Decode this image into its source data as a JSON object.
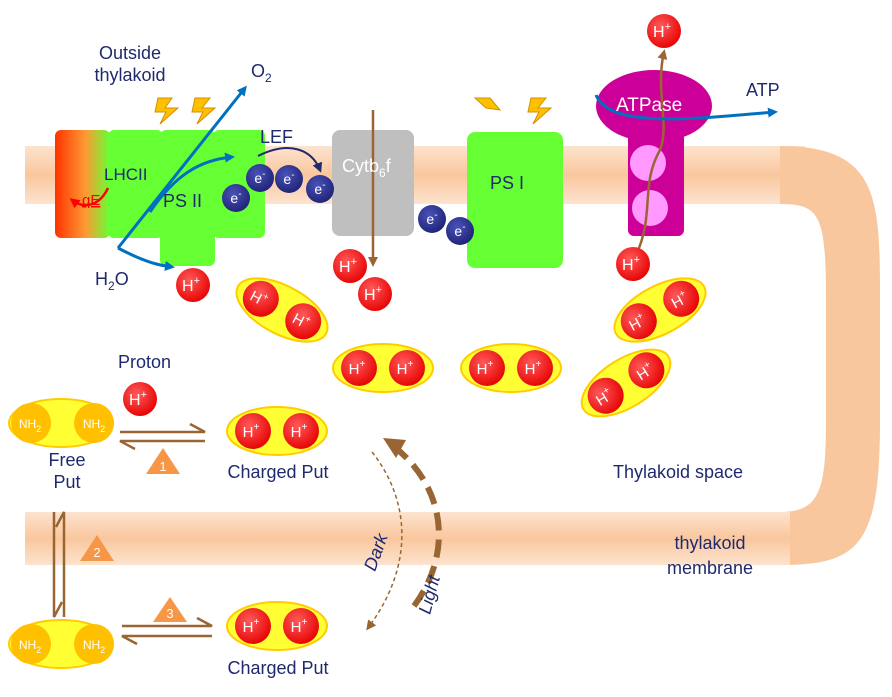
{
  "labels": {
    "outside": [
      "Outside",
      "thylakoid"
    ],
    "o2": "O",
    "o2_sub": "2",
    "h2o_h": "H",
    "h2o_sub": "2",
    "h2o_o": "O",
    "lhcii": "LHCII",
    "qe": "qE",
    "ps2": "PS II",
    "lef": "LEF",
    "cyt_a": "Cytb",
    "cyt_sub": "6",
    "cyt_b": "f",
    "ps1": "PS I",
    "atpase": "ATPase",
    "atp": "ATP",
    "proton": "Proton",
    "free_put": [
      "Free",
      "Put"
    ],
    "charged_put_top": "Charged Put",
    "charged_put_bottom": "Charged Put",
    "thylakoid_space": "Thylakoid space",
    "membrane": [
      "thylakoid",
      "membrane"
    ],
    "dark": "Dark",
    "light": "Light"
  },
  "ions": {
    "h": "H",
    "plus": "+",
    "e": "e",
    "minus": "-",
    "nh": "NH",
    "nh_sub": "2"
  },
  "step_numbers": [
    "1",
    "2",
    "3"
  ],
  "colors": {
    "membrane": "#fbd4b4",
    "membrane_dark": "#f5b889",
    "complex_green": "#66ff33",
    "cytb6f_gray": "#bfbfbf",
    "atpase_magenta": "#cc0099",
    "atpase_pink": "#ff99ff",
    "proton_red": "#ff0000",
    "put_yellow": "#ffff33",
    "put_orange": "#ffcc00",
    "electron_blue": "#2e3192",
    "arrow_blue": "#0070c0",
    "text_navy": "#1f2a6e",
    "arrow_brown": "#996633",
    "triangle_orange": "#f79646"
  }
}
